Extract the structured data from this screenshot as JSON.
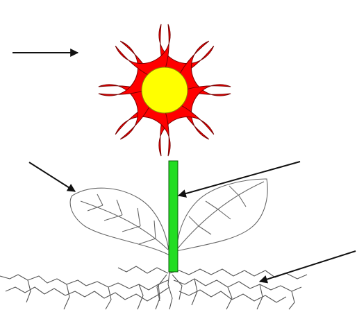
{
  "diagram": {
    "subject": "flower-parts",
    "labels": [],
    "arrows": [
      {
        "id": "arrow-to-petals",
        "points_to": "petals"
      },
      {
        "id": "arrow-to-leaves",
        "points_to": "leaf"
      },
      {
        "id": "arrow-to-stem",
        "points_to": "stem"
      },
      {
        "id": "arrow-to-roots",
        "points_to": "roots"
      }
    ],
    "parts": {
      "petals": {
        "count": 8
      },
      "center": {},
      "stem": {},
      "leaves": {
        "count": 2
      },
      "roots": {}
    }
  },
  "colors": {
    "petal_fill": "#ff0000",
    "petal_outline": "#7a0000",
    "center_fill": "#ffff00",
    "center_outline": "#8a8a00",
    "stem_fill": "#22dd22",
    "stem_outline": "#0a5a0a",
    "leaf_outline": "#666666",
    "root_outline": "#555555",
    "arrow": "#111111",
    "background": "#ffffff"
  }
}
